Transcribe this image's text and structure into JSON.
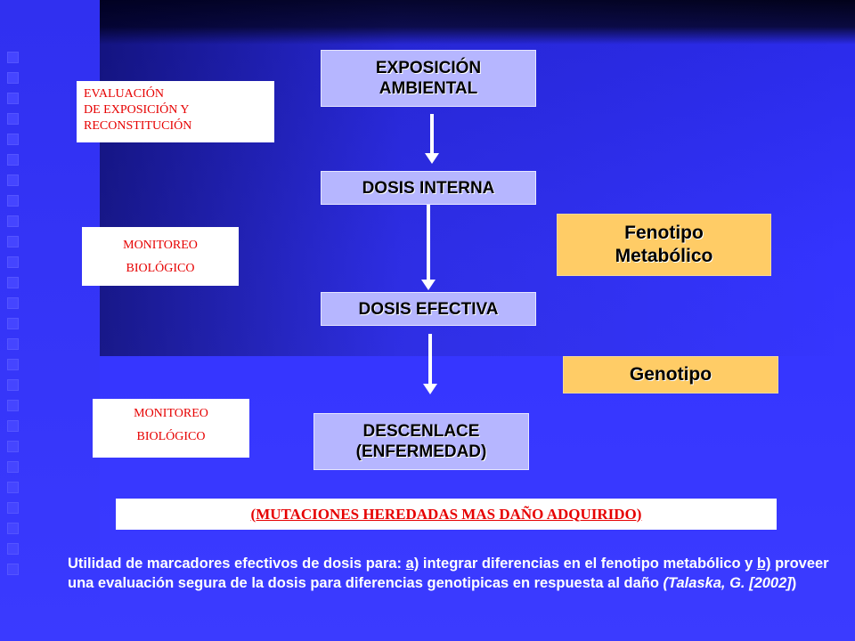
{
  "flow": {
    "exposicion": "EXPOSICIÓN AMBIENTAL",
    "dosis_interna": "DOSIS INTERNA",
    "dosis_efectiva": "DOSIS EFECTIVA",
    "descenlace": "DESCENLACE (ENFERMEDAD)"
  },
  "side": {
    "evaluacion_line1": "EVALUACIÓN",
    "evaluacion_line2": "DE EXPOSICIÓN Y",
    "evaluacion_line3": "RECONSTITUCIÓN",
    "monitoreo1_line1": "MONITOREO",
    "monitoreo1_line2": "BIOLÓGICO",
    "monitoreo2_line1": "MONITOREO",
    "monitoreo2_line2": "BIOLÓGICO"
  },
  "gold": {
    "fenotipo": "Fenotipo Metabólico",
    "genotipo": "Genotipo"
  },
  "banner": "(MUTACIONES HEREDADAS MAS DAÑO ADQUIRIDO)",
  "footer": {
    "t1": "Utilidad de marcadores efectivos de dosis para: ",
    "a": "a)",
    "t2": " integrar diferencias en el fenotipo metabólico y ",
    "b": "b)",
    "t3": " proveer una evaluación segura de la dosis para diferencias genotipicas en respuesta al daño ",
    "citation": "(Talaska, G. [2002]",
    "t4": ")"
  },
  "colors": {
    "background": "#3434ff",
    "flow_box": "#b6b6ff",
    "gold_box": "#ffcc66",
    "red_text": "#e60000"
  }
}
